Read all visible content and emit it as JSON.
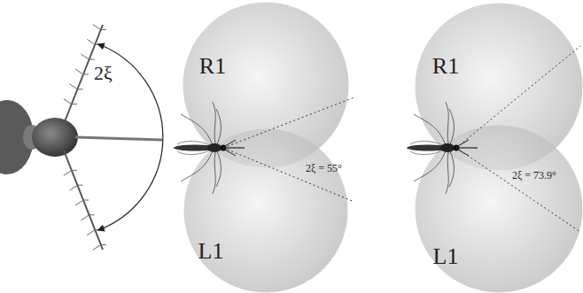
{
  "diagram": {
    "nodes": [
      {
        "text": [
          "R1"
        ]
      },
      {
        "text": [
          "L1"
        ]
      },
      {
        "text": [
          "R1"
        ]
      },
      {
        "text": [
          "L1"
        ]
      }
    ],
    "labels": [
      "2ξ",
      "2ξ = 55°",
      "2ξ = 73.9°"
    ]
  }
}
